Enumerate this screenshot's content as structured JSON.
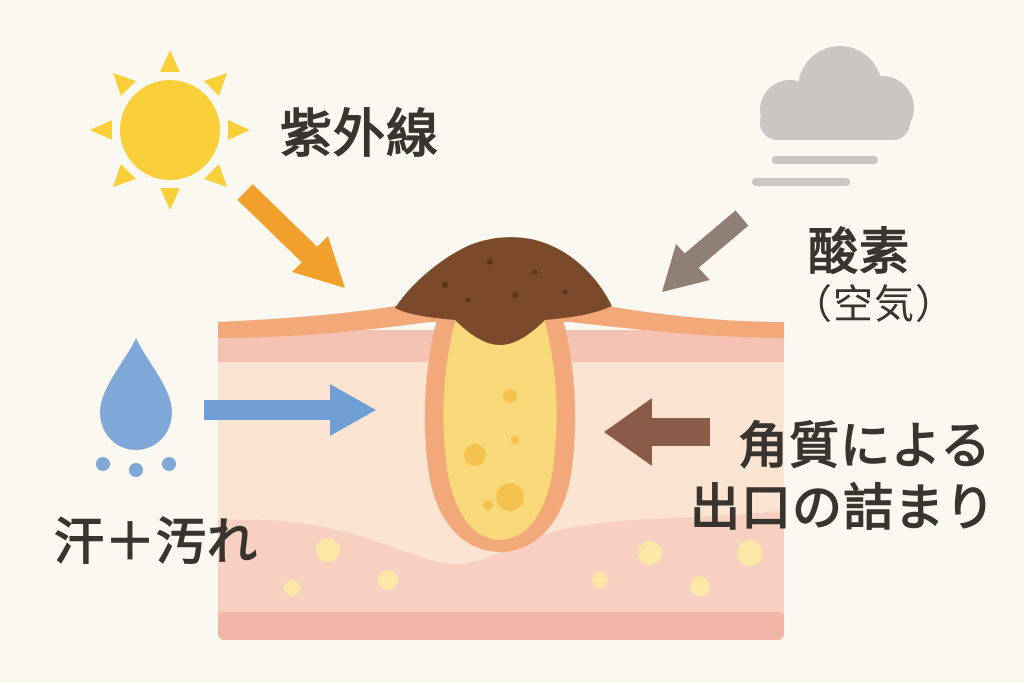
{
  "labels": {
    "uv": "紫外線",
    "oxygen": "酸素",
    "air": "（空気）",
    "sweat_dirt": "汗＋汚れ",
    "keratin_line1": "角質による",
    "keratin_line2": "出口の詰まり"
  },
  "icons": {
    "sun": "sun-icon",
    "cloud": "cloud-icon",
    "droplet": "water-drop-icon"
  },
  "colors": {
    "background": "#fbf8f1",
    "sun": "#f9cf3a",
    "uv_arrow": "#f2a02c",
    "oxygen_arrow": "#8f7f76",
    "sweat_arrow": "#6f9fd4",
    "keratin_arrow": "#8a5c48",
    "skin_top": "#f4c7b8",
    "skin_mid": "#fbe5d2",
    "skin_bottom": "#f6cdbf",
    "sebum": "#f8d878",
    "plug": "#7a4a2b",
    "text": "#3a3430"
  }
}
